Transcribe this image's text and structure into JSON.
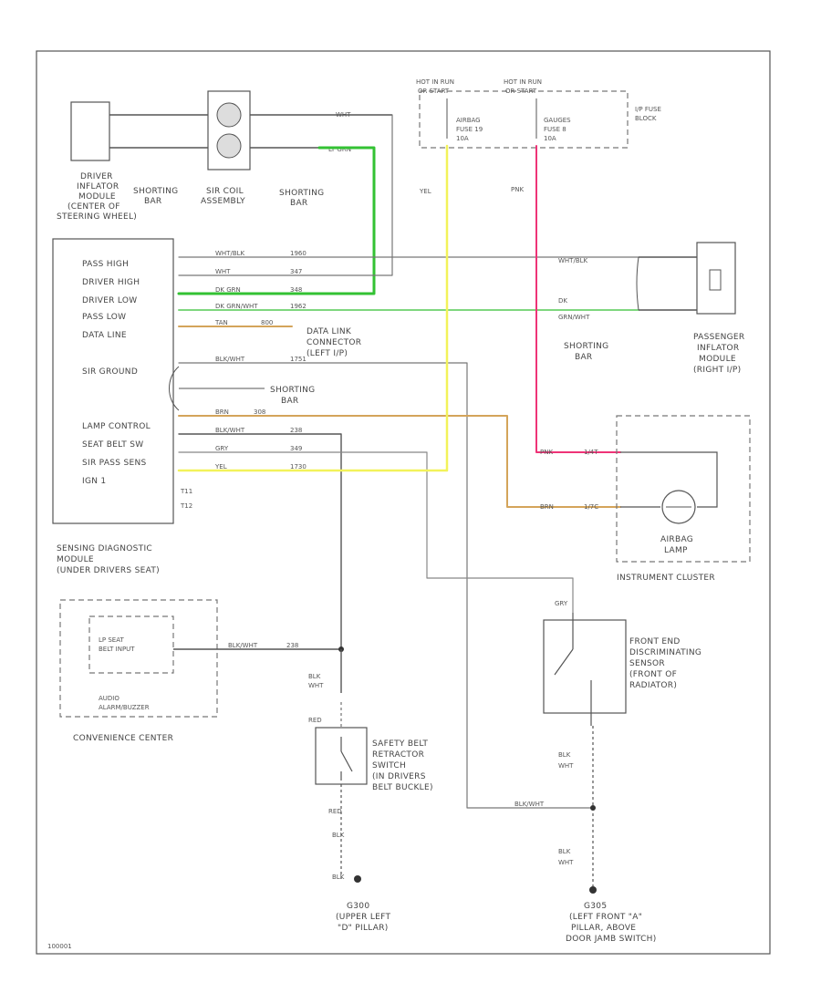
{
  "colors": {
    "green": "#33c233",
    "yellow": "#f2f25a",
    "pink": "#ee3377",
    "orange": "#d4a45a",
    "gray": "#666666"
  },
  "top": {
    "hot_a": [
      "HOT IN RUN",
      "OR START"
    ],
    "hot_b": [
      "HOT IN RUN",
      "OR START"
    ],
    "fuse_a": [
      "AIRBAG",
      "FUSE 19",
      "10A"
    ],
    "fuse_b": [
      "GAUGES",
      "FUSE 8",
      "10A"
    ],
    "fuse_block": [
      "I/P FUSE",
      "BLOCK"
    ],
    "yel": "YEL",
    "pnk": "PNK"
  },
  "driver": {
    "module": [
      "DRIVER",
      "INFLATOR",
      "MODULE",
      "(CENTER OF",
      "STEERING WHEEL)"
    ],
    "shorting_bar_a": [
      "SHORTING",
      "BAR"
    ],
    "coil": [
      "SIR COIL",
      "ASSEMBLY"
    ],
    "shorting_bar_b": [
      "SHORTING",
      "BAR"
    ],
    "lt_grn": "LT GRN",
    "wht": "WHT"
  },
  "sdm": {
    "pins": [
      "PASS HIGH",
      "DRIVER HIGH",
      "DRIVER LOW",
      "PASS LOW",
      "DATA LINE",
      "SIR GROUND",
      "LAMP CONTROL",
      "SEAT BELT SW",
      "SIR PASS SENS",
      "IGN 1"
    ],
    "t_labels": [
      "T11",
      "T12"
    ],
    "name": [
      "SENSING DIAGNOSTIC",
      "MODULE",
      "(UNDER DRIVERS SEAT)"
    ],
    "shorting_bar": [
      "SHORTING",
      "BAR"
    ]
  },
  "wires": {
    "w1": [
      "WHT/BLK",
      "1960"
    ],
    "w2": [
      "WHT",
      "347"
    ],
    "w3": [
      "DK GRN",
      "348"
    ],
    "w4": [
      "DK GRN/WHT",
      "1962"
    ],
    "w5": [
      "TAN",
      "800"
    ],
    "w6": [
      "BLK/WHT",
      "1751"
    ],
    "w7": [
      "BRN",
      "308"
    ],
    "w8": [
      "BLK/WHT",
      "238"
    ],
    "w9": [
      "GRY",
      "349"
    ],
    "w10": [
      "YEL",
      "1730"
    ]
  },
  "data_link": [
    "DATA LINK",
    "CONNECTOR",
    "(LEFT I/P)"
  ],
  "passenger": {
    "module": [
      "PASSENGER",
      "INFLATOR",
      "MODULE",
      "(RIGHT I/P)"
    ],
    "shorting_bar": [
      "SHORTING",
      "BAR"
    ],
    "wht_blk": "WHT/BLK",
    "dk_grn_wht": [
      "DK",
      "GRN/WHT"
    ]
  },
  "cluster": {
    "name": "INSTRUMENT CLUSTER",
    "lamp": [
      "AIRBAG",
      "LAMP"
    ],
    "pnk_wire": [
      "PNK",
      "1/4T"
    ],
    "brn_wire": [
      "BRN",
      "1/7C"
    ]
  },
  "convenience": {
    "seat_input": [
      "LP SEAT",
      "BELT INPUT"
    ],
    "audio": [
      "AUDIO",
      "ALARM/BUZZER"
    ],
    "name": "CONVENIENCE CENTER",
    "wire": [
      "BLK/WHT",
      "238"
    ]
  },
  "belt_switch": {
    "name": [
      "SAFETY BELT",
      "RETRACTOR",
      "SWITCH",
      "(IN DRIVERS",
      "BELT BUCKLE)"
    ],
    "wire_top": [
      "BLK",
      "WHT"
    ],
    "wire_red": "RED",
    "wire_bot": [
      "RED",
      "BLK"
    ],
    "blk": "BLK"
  },
  "front_sensor": {
    "name": [
      "FRONT END",
      "DISCRIMINATING",
      "SENSOR",
      "(FRONT OF",
      "RADIATOR)"
    ],
    "gry": "GRY",
    "wire": [
      "BLK",
      "WHT"
    ],
    "blk_wht": "BLK/WHT",
    "wire_lower": [
      "BLK",
      "WHT"
    ]
  },
  "grounds": {
    "g_left": [
      "G300",
      "(UPPER LEFT",
      "\"D\" PILLAR)"
    ],
    "g_right": [
      "G305",
      "(LEFT FRONT \"A\"",
      "PILLAR, ABOVE",
      "DOOR JAMB SWITCH)"
    ]
  },
  "footer_code": "100001"
}
